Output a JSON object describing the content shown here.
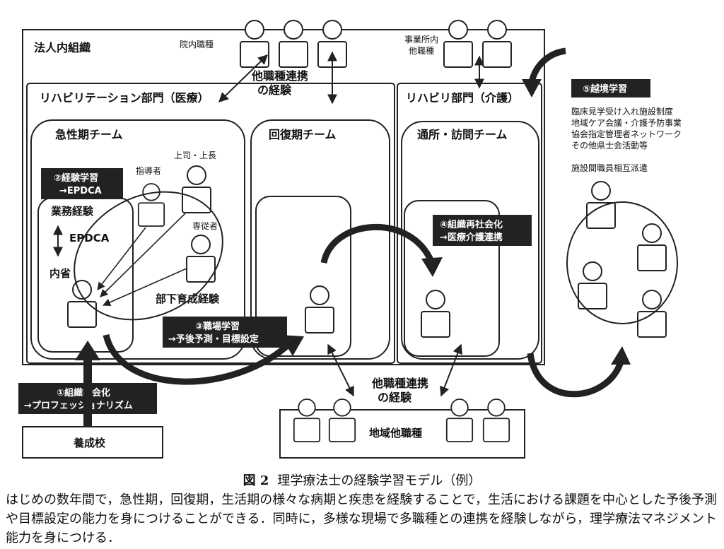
{
  "org_label": "法人内組織",
  "in_hospital_staff": "院内職種",
  "office_staff_line1": "事業所内",
  "office_staff_line2": "他職種",
  "collab_top_line1": "他職種連携",
  "collab_top_line2": "の経験",
  "rehab_medical": "リハビリテーション部門（医療）",
  "rehab_care": "リハビリ部門（介護）",
  "acute_team": "急性期チーム",
  "recovery_team": "回復期チーム",
  "daycare_team": "通所・訪問チーム",
  "learn2_line1": "②経験学習",
  "learn2_line2": "→EPDCA",
  "work_experience": "業務経験",
  "epdca": "EPDCA",
  "reflection": "内省",
  "mentor": "指導者",
  "boss": "上司・上長",
  "follower": "専従者",
  "subordinate_exp": "部下育成経験",
  "learn3_line1": "③職場学習",
  "learn3_line2": "→予後予測・目標設定",
  "learn4_line1": "④組織再社会化",
  "learn4_line2": "→医療介護連携",
  "learn5": "⑤越境学習",
  "cross_items": [
    "臨床見学受け入れ施設制度",
    "地域ケア会議・介護予防事業",
    "協会指定管理者ネットワーク",
    "その他県士会活動等"
  ],
  "exchange": "施設間職員相互派遣",
  "learn1_line1": "①組織社会化",
  "learn1_line2": "→プロフェッショナリズム",
  "school": "養成校",
  "collab_bottom_line1": "他職種連携",
  "collab_bottom_line2": "の経験",
  "community_staff": "地域他職種",
  "caption_label": "図 2",
  "caption_title": "理学療法士の経験学習モデル（例）",
  "caption_body": "はじめの数年間で，急性期，回復期，生活期の様々な病期と疾患を経験することで，生活における課題を中心とした予後予測や目標設定の能力を身につけることができる．同時に，多様な現場で多職種との連携を経験しながら，理学療法マネジメント能力を身につける．"
}
